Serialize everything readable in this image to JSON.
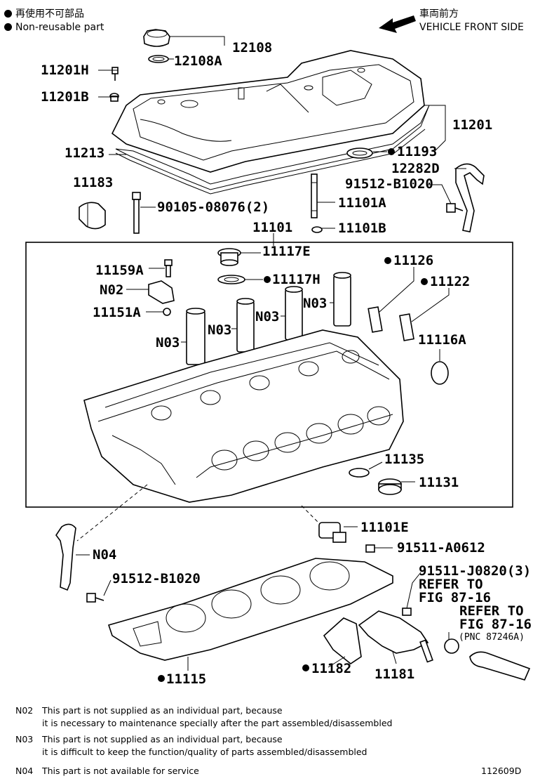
{
  "legend": {
    "jp": "再使用不可部品",
    "en": "Non-reusable part"
  },
  "front": {
    "jp": "車両前方",
    "en": "VEHICLE FRONT SIDE"
  },
  "labels": {
    "p12108": "12108",
    "p12108A": "12108A",
    "p11201H": "11201H",
    "p11201B": "11201B",
    "p11201": "11201",
    "p11213": "11213",
    "p11193": "11193",
    "p12282D": "12282D",
    "p11183": "11183",
    "p91512a": "91512-B1020",
    "p90105": "90105-08076(2)",
    "p11101A": "11101A",
    "p11101B": "11101B",
    "p11101": "11101",
    "p11117E": "11117E",
    "p11159A": "11159A",
    "p11117H": "11117H",
    "p11126": "11126",
    "p11122": "11122",
    "n02": "N02",
    "p11151A": "11151A",
    "n03a": "N03",
    "n03b": "N03",
    "n03c": "N03",
    "n03d": "N03",
    "p11116A": "11116A",
    "p11135": "11135",
    "p11131": "11131",
    "p11101E": "11101E",
    "p91511a": "91511-A0612",
    "n04": "N04",
    "p91512b": "91512-B1020",
    "p91511j": "91511-J0820(3)",
    "refer1a": "REFER TO",
    "refer1b": "FIG 87-16",
    "refer2a": "REFER TO",
    "refer2b": "FIG 87-16",
    "pnc": "(PNC 87246A)",
    "p11115": "11115",
    "p11182": "11182",
    "p11181": "11181"
  },
  "notes": [
    {
      "code": "N02",
      "line1": "This part is not supplied as an individual part,    because",
      "line2": "it is necessary to maintenance specially after the part assembled/disassembled"
    },
    {
      "code": "N03",
      "line1": "This part is not supplied as an individual part,    because",
      "line2": "it is difficult to keep the function/quality of parts assembled/disassembled"
    },
    {
      "code": "N04",
      "line1": "This part is not available for service",
      "line2": ""
    }
  ],
  "diagram_id": "112609D"
}
